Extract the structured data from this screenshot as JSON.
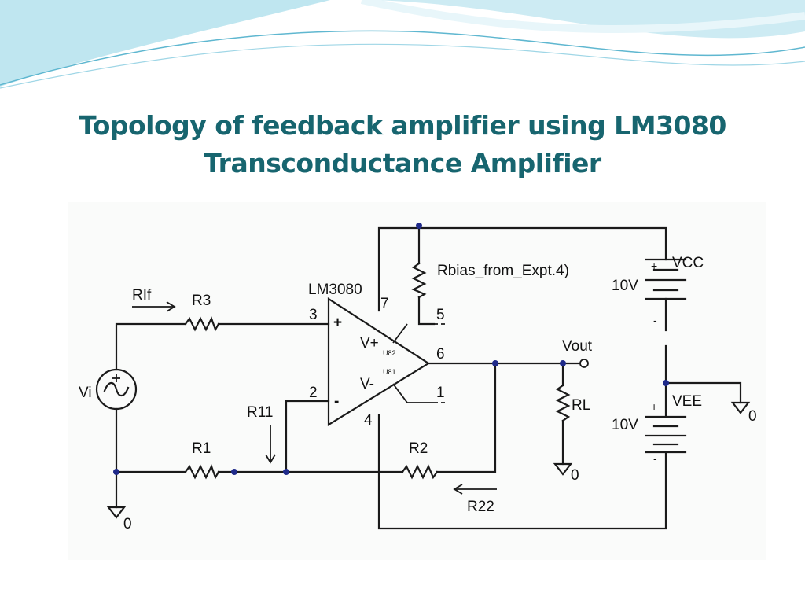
{
  "slide": {
    "title_line1": "Topology of feedback amplifier using LM3080",
    "title_line2": "Transconductance Amplifier"
  },
  "diagram": {
    "opamp": {
      "name": "LM3080",
      "pin_plus": "3",
      "pin_minus": "2",
      "pin_vplus": "7",
      "pin_vminus": "4",
      "pin_bias": "5",
      "pin_out": "6",
      "pin_null": "1",
      "sign_plus": "+",
      "sign_minus": "-",
      "vplus_label": "V+",
      "vminus_label": "V-",
      "u_top": "U82",
      "u_bottom": "U81"
    },
    "resistors": {
      "r3": "R3",
      "r1": "R1",
      "r2": "R2",
      "rl": "RL",
      "rbias": "Rbias_from_Expt.4)"
    },
    "probes": {
      "rif": "RIf",
      "r11": "R11",
      "r22": "R22"
    },
    "sources": {
      "vi": "Vi",
      "vcc": "VCC",
      "vee": "VEE",
      "vcc_value": "10V",
      "vee_value": "10V",
      "plus_sign": "+",
      "minus_sign": "-"
    },
    "vout": "Vout",
    "grounds": [
      "0",
      "0",
      "0"
    ]
  },
  "colors": {
    "title": "#17656f",
    "wave_light": "#bfe6f0",
    "wave_mid": "#7fcbe0",
    "junction_dot": "#1f2a8a"
  }
}
